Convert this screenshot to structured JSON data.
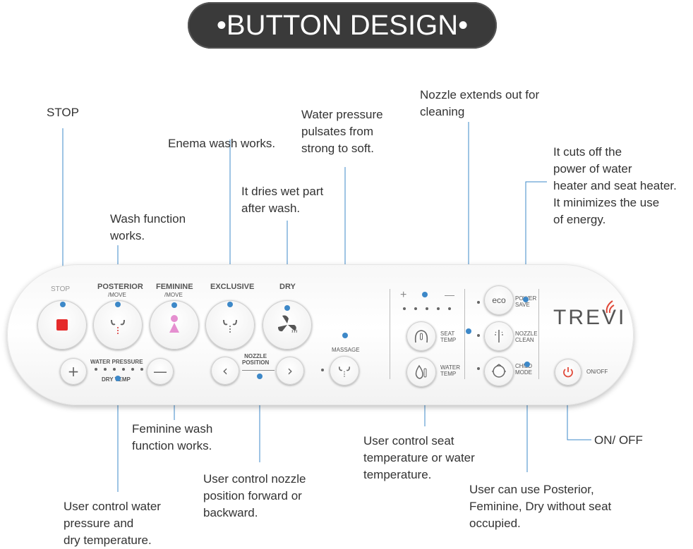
{
  "title": "BUTTON DESIGN",
  "title_bullet": "•",
  "annotations": {
    "stop": "STOP",
    "wash": "Wash function\nworks.",
    "enema": "Enema wash works.",
    "dry": "It dries wet part\nafter wash.",
    "pulsate": "Water pressure\npulsates from\nstrong to soft.",
    "nozzle_clean": "Nozzle extends out for\ncleaning",
    "power_save": "It cuts off the\npower of water\nheater and seat heater.\nIt minimizes the use\nof energy.",
    "feminine": "Feminine wash\nfunction works.",
    "nozzle_position": "User control nozzle\nposition forward or\nbackward.",
    "water_pressure": "User control water\n pressure and\ndry temperature.",
    "temperature": "User control seat\ntemperature or water\ntemperature.",
    "child_mode": "User can use Posterior,\nFeminine, Dry without seat\n occupied.",
    "onoff": "ON/ OFF"
  },
  "panel": {
    "stop": "STOP",
    "posterior": "POSTERIOR",
    "posterior_sub": "/MOVE",
    "feminine": "FEMININE",
    "feminine_sub": "/MOVE",
    "exclusive": "EXCLUSIVE",
    "dry": "DRY",
    "water_pressure": "WATER PRESSURE",
    "dry_temp": "DRY TEMP",
    "nozzle_position": "NOZZLE\nPOSITION",
    "massage": "MASSAGE",
    "plus": "+",
    "minus": "—",
    "seat_temp": "SEAT\nTEMP",
    "water_temp": "WATER\nTEMP",
    "eco": "eco",
    "power_save": "POWER\nSAVE",
    "nozzle_clean": "NOZZLE\nCLEAN",
    "child_mode": "CHILD\nMODE",
    "onoff": "ON/OFF",
    "brand": "TREVI"
  },
  "colors": {
    "accent_dot": "#3d88c8",
    "stop_red": "#e52b2b",
    "power_red": "#e04a3a",
    "feminine_pink": "#e58fd0",
    "title_bg": "#3a3a3a"
  }
}
